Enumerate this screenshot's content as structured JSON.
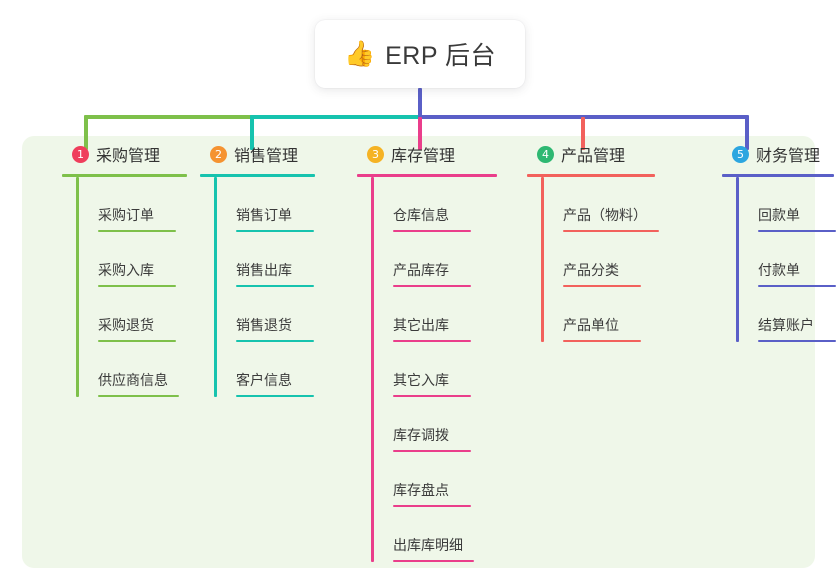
{
  "root": {
    "icon": "thumbs-up-icon",
    "icon_glyph": "👍",
    "label": "ERP 后台"
  },
  "palette": {
    "panel_bg": "#eff7e9",
    "card_bg": "#ffffff",
    "green": "#7ec04a",
    "teal": "#16c3ae",
    "pink": "#ea3e8b",
    "red": "#f2615c",
    "blue": "#5a5fc7",
    "badge_1": "#ef3e5c",
    "badge_2": "#f59331",
    "badge_3": "#f5b324",
    "badge_4": "#2eb872",
    "badge_5": "#2ca6e0"
  },
  "columns": [
    {
      "number": "1",
      "title": "采购管理",
      "badge_color": "#ef3e5c",
      "line_color": "#7ec04a",
      "items": [
        "采购订单",
        "采购入库",
        "采购退货",
        "供应商信息"
      ]
    },
    {
      "number": "2",
      "title": "销售管理",
      "badge_color": "#f59331",
      "line_color": "#16c3ae",
      "items": [
        "销售订单",
        "销售出库",
        "销售退货",
        "客户信息"
      ]
    },
    {
      "number": "3",
      "title": "库存管理",
      "badge_color": "#f5b324",
      "line_color": "#ea3e8b",
      "items": [
        "仓库信息",
        "产品库存",
        "其它出库",
        "其它入库",
        "库存调拨",
        "库存盘点",
        "出库库明细"
      ]
    },
    {
      "number": "4",
      "title": "产品管理",
      "badge_color": "#2eb872",
      "line_color": "#f2615c",
      "items": [
        "产品（物料）",
        "产品分类",
        "产品单位"
      ]
    },
    {
      "number": "5",
      "title": "财务管理",
      "badge_color": "#2ca6e0",
      "line_color": "#5a5fc7",
      "items": [
        "回款单",
        "付款单",
        "结算账户"
      ]
    }
  ]
}
